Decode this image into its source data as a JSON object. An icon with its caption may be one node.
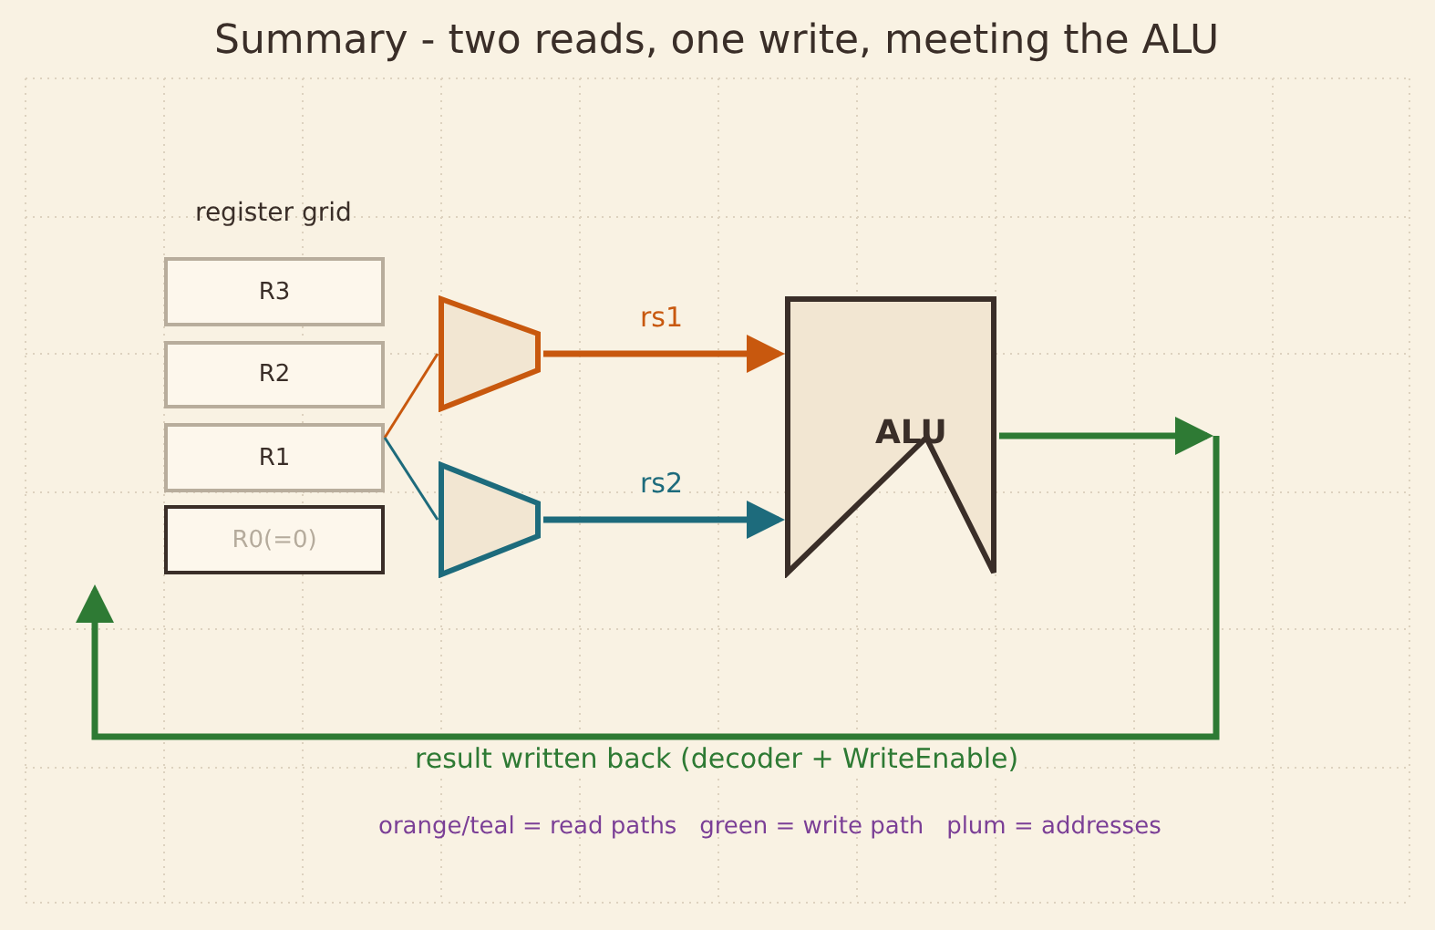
{
  "diagram": {
    "title": "Summary - two reads, one write, meeting the ALU",
    "nodes": [
      {
        "text": [
          "R3"
        ]
      },
      {
        "text": [
          "R2"
        ]
      },
      {
        "text": [
          "R1"
        ]
      },
      {
        "text": [
          "R0(=0)"
        ]
      },
      {
        "text": [],
        "shape": "trapezoid"
      },
      {
        "text": [],
        "shape": "trapezoid"
      },
      {
        "text": [
          "ALU"
        ]
      }
    ],
    "edges": [
      {
        "from": 2,
        "to": 4,
        "arrow": "none",
        "color": "#c8580e"
      },
      {
        "from": 2,
        "to": 5,
        "arrow": "none",
        "color": "#1d6b7c"
      },
      {
        "from": 4,
        "to": 6,
        "arrow": "to",
        "label": "rs1",
        "color": "#c8580e"
      },
      {
        "from": 5,
        "to": 6,
        "arrow": "to",
        "label": "rs2",
        "color": "#1d6b7c"
      },
      {
        "from": 6,
        "to": null,
        "arrow": "to",
        "label": "result written back (decoder + WriteEnable)",
        "color": "#2e7a34"
      }
    ],
    "labels": [
      "register grid",
      "orange/teal = read paths   green = write path   plum = addresses"
    ]
  }
}
